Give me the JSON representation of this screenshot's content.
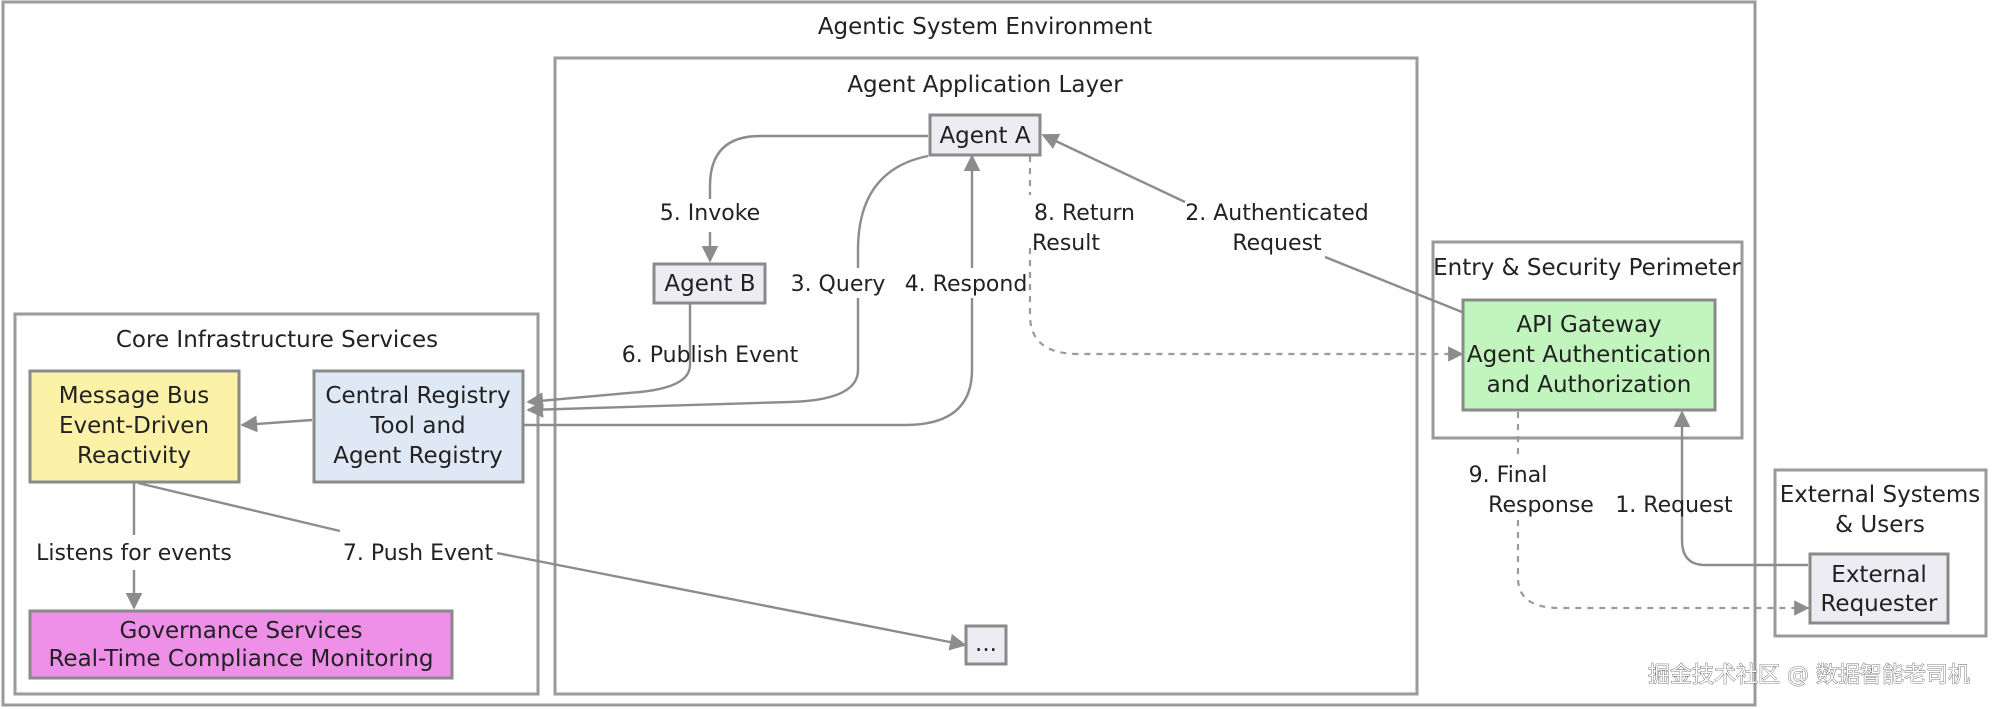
{
  "containers": {
    "environment": "Agentic System Environment",
    "application_layer": "Agent Application Layer",
    "core_infrastructure": "Core Infrastructure Services",
    "entry_security": "Entry & Security Perimeter",
    "external_systems": [
      "External Systems",
      "& Users"
    ]
  },
  "nodes": {
    "agent_a": "Agent A",
    "agent_b": "Agent B",
    "ellipsis": "...",
    "message_bus": [
      "Message Bus",
      "Event-Driven",
      "Reactivity"
    ],
    "central_registry": [
      "Central Registry",
      "Tool and",
      "Agent Registry"
    ],
    "governance": [
      "Governance Services",
      "Real-Time Compliance Monitoring"
    ],
    "api_gateway": [
      "API Gateway",
      "Agent Authentication",
      "and Authorization"
    ],
    "external_requester": [
      "External",
      "Requester"
    ]
  },
  "edges": {
    "request": "1. Request",
    "authenticated_request": [
      "2. Authenticated",
      "Request"
    ],
    "query": "3. Query",
    "respond": "4. Respond",
    "invoke": "5. Invoke",
    "publish_event": "6. Publish Event",
    "push_event": "7. Push Event",
    "return_result": [
      "8. Return",
      "Result"
    ],
    "final_response": [
      "9. Final",
      "Response"
    ],
    "listens": "Listens for events"
  },
  "colors": {
    "frame_stroke": "#9a9a9a",
    "edge": "#8c8c8c",
    "agent_fill": "#ececf2",
    "message_bus_fill": "#fbf2a8",
    "registry_fill": "#dfe9f6",
    "governance_fill": "#ee8fe8",
    "gateway_fill": "#c2f5bd"
  },
  "watermark": "掘金技术社区 @ 数据智能老司机"
}
